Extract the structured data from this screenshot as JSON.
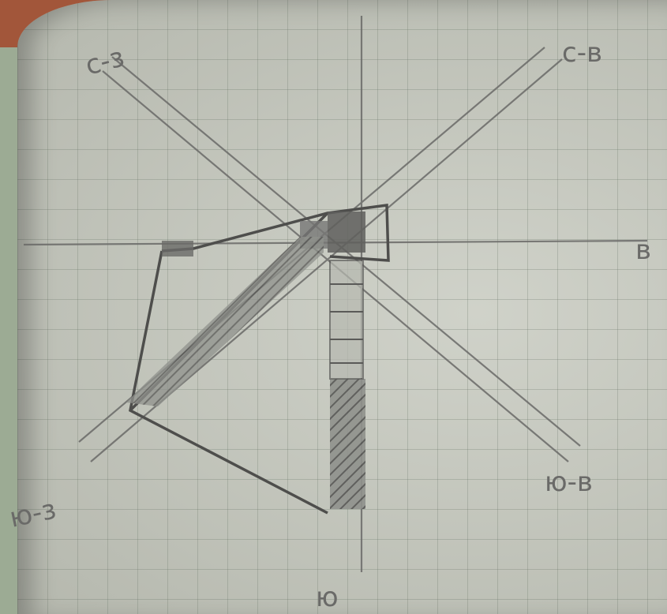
{
  "labels": {
    "nw": "с-з",
    "ne": "с-в",
    "east": "в",
    "se": "ю-в",
    "sw": "ю-з",
    "south": "ю"
  },
  "colors": {
    "paper": "#c4c7bc",
    "grid": "#6e7a6c",
    "pencil": "#5a5a58",
    "shade": "#6d6d6b",
    "background": "#a2563a"
  }
}
